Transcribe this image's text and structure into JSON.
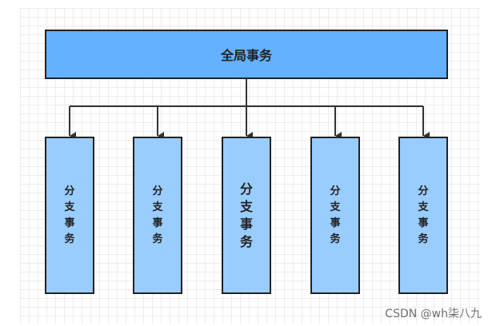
{
  "diagram": {
    "global_node": {
      "label": "全局事务"
    },
    "branches": [
      {
        "label": "分支事务"
      },
      {
        "label": "分支事务"
      },
      {
        "label": "分支事务"
      },
      {
        "label": "分支事务"
      },
      {
        "label": "分支事务"
      }
    ]
  },
  "watermark": {
    "text": "CSDN @wh柒八九"
  }
}
